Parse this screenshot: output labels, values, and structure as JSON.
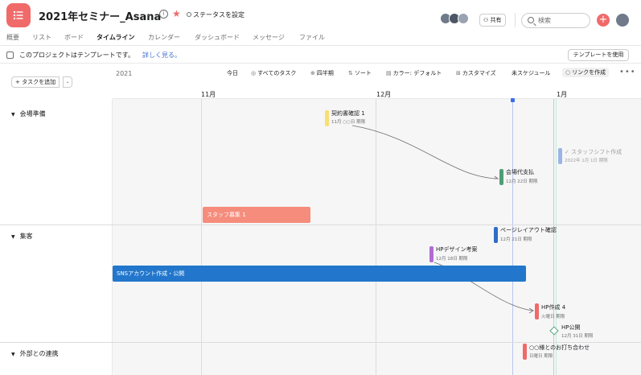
{
  "header": {
    "project_title": "2021年セミナー_Asana",
    "status_label": "ステータスを設定",
    "share_label": "共有",
    "search_placeholder": "検索",
    "plus_label": "+"
  },
  "tabs": [
    "概要",
    "リスト",
    "ボード",
    "タイムライン",
    "カレンダー",
    "ダッシュボード",
    "メッセージ",
    "ファイル"
  ],
  "active_tab": "タイムライン",
  "banner": {
    "text": "このプロジェクトはテンプレートです。",
    "link": "詳しく見る。",
    "use_template": "テンプレートを使用"
  },
  "toolbar": {
    "add_task": "タスクを追加",
    "year": "2021",
    "today": "今日",
    "all_tasks": "すべてのタスク",
    "zoom": "四半期",
    "sort": "ソート",
    "color": "カラー: デフォルト",
    "customize": "カスタマイズ",
    "unscheduled": "未スケジュール",
    "create_link": "リンクを作成",
    "more": "•••"
  },
  "months": [
    "11月",
    "12月",
    "1月"
  ],
  "sections": [
    "会場準備",
    "集客",
    "外部との連携"
  ],
  "tasks": {
    "contract": {
      "name": "契約書確認 1",
      "sub": "11月 ○○日 期限",
      "color": "#f8df72"
    },
    "venue_pay": {
      "name": "会場代支払",
      "sub": "12月 22日 期限",
      "color": "#4f9e74"
    },
    "staff_shift": {
      "name": "スタッフシフト作成",
      "sub": "2022年 1月 1日 期限",
      "color": "#9bb3e6"
    },
    "staff_recruit": {
      "name": "スタッフ募集 1",
      "color": "#f58c7c"
    },
    "page_layout": {
      "name": "ページレイアウト確認",
      "sub": "12月 21日 期限",
      "color": "#2f6dc8"
    },
    "hp_design": {
      "name": "HPデザイン考案",
      "sub": "12月 18日 期限",
      "color": "#b36bd4"
    },
    "sns": {
      "name": "SNSアカウント作成・公開",
      "color": "#2277cc"
    },
    "hp_build": {
      "name": "HP作成 4",
      "sub": "火曜日 期限",
      "color": "#f06a6a"
    },
    "hp_publish": {
      "name": "HP公開",
      "sub": "12月 31日 期限",
      "color": "#58a182"
    },
    "meeting": {
      "name": "○○様とのお打ち合わせ",
      "sub": "日曜日 期限",
      "color": "#f06a6a"
    }
  },
  "colors": {
    "accent": "#f06a6a",
    "link": "#4573d2",
    "today": "#3a6fe6"
  }
}
